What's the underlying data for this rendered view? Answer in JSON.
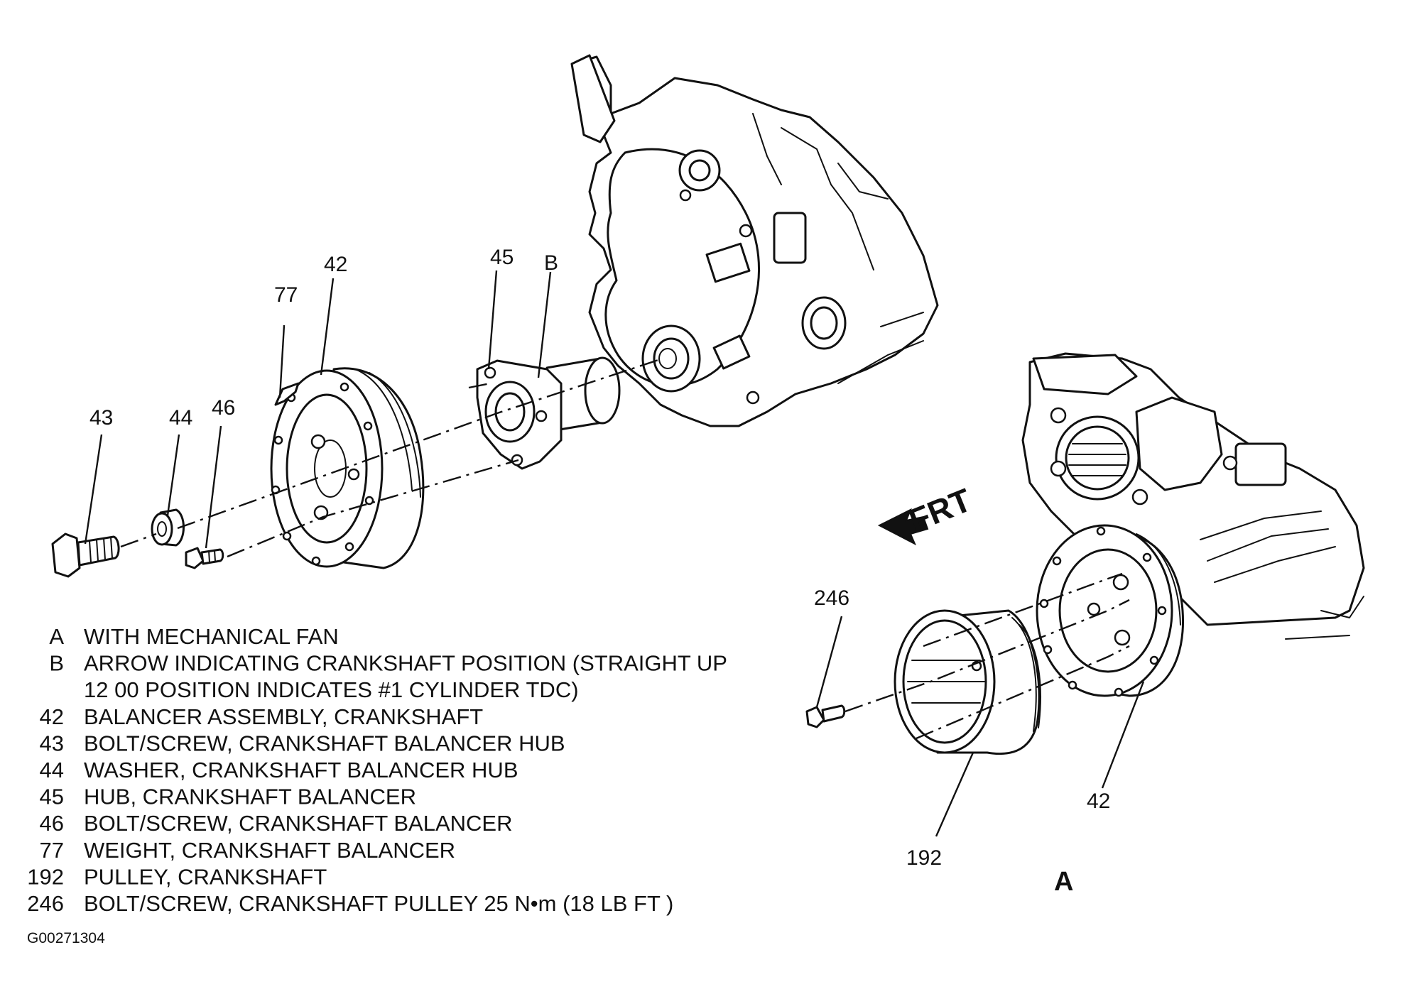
{
  "figure_id": "G00271304",
  "direction_label": "FRT",
  "view_label": "A",
  "callouts": {
    "n43": "43",
    "n44": "44",
    "n46": "46",
    "n77": "77",
    "n42_left": "42",
    "n45": "45",
    "nB": "B",
    "n246": "246",
    "n192": "192",
    "n42_right": "42"
  },
  "legend": [
    {
      "key": "A",
      "text": "WITH MECHANICAL FAN"
    },
    {
      "key": "B",
      "text": "ARROW INDICATING CRANKSHAFT POSITION (STRAIGHT UP"
    },
    {
      "key": "",
      "text": "12 00 POSITION INDICATES #1 CYLINDER TDC)"
    },
    {
      "key": "42",
      "text": "BALANCER ASSEMBLY, CRANKSHAFT"
    },
    {
      "key": "43",
      "text": "BOLT/SCREW, CRANKSHAFT BALANCER HUB"
    },
    {
      "key": "44",
      "text": "WASHER, CRANKSHAFT BALANCER HUB"
    },
    {
      "key": "45",
      "text": "HUB, CRANKSHAFT BALANCER"
    },
    {
      "key": "46",
      "text": "BOLT/SCREW, CRANKSHAFT BALANCER"
    },
    {
      "key": "77",
      "text": "WEIGHT, CRANKSHAFT BALANCER"
    },
    {
      "key": "192",
      "text": "PULLEY, CRANKSHAFT"
    },
    {
      "key": "246",
      "text": "BOLT/SCREW, CRANKSHAFT PULLEY 25 N•m (18 LB  FT )"
    }
  ]
}
